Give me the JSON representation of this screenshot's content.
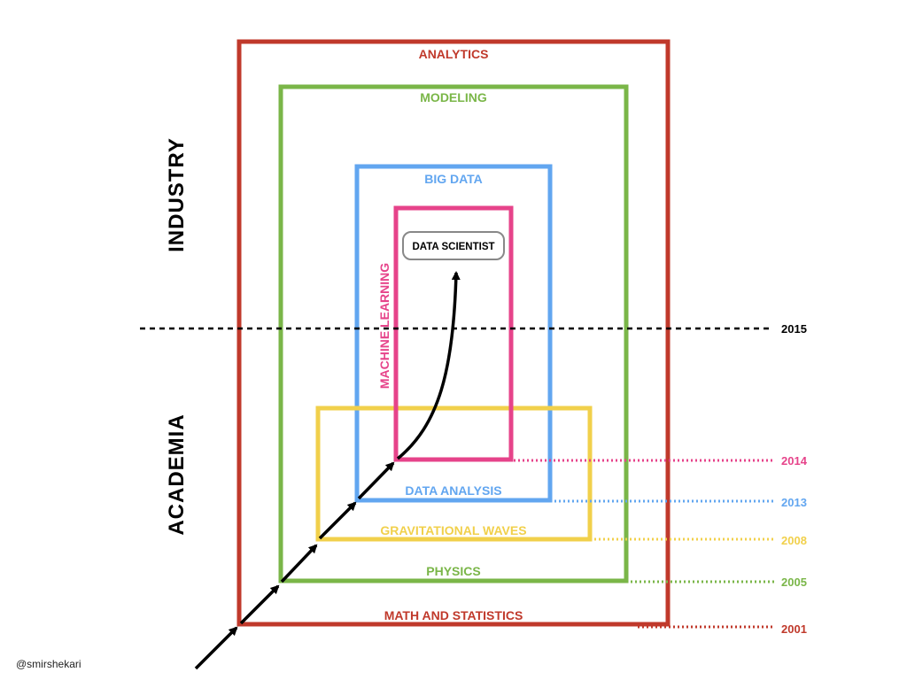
{
  "colors": {
    "analytics": "#c0392b",
    "modeling": "#7ab648",
    "big_data": "#62a6f0",
    "machine_learning": "#e6438a",
    "gravitational_waves": "#f1d04b",
    "data_scientist_border": "#888888",
    "ink": "#000000"
  },
  "axis_labels": {
    "industry": "INDUSTRY",
    "academia": "ACADEMIA"
  },
  "boxes": {
    "analytics": {
      "top_label": "ANALYTICS",
      "bottom_label": "MATH AND STATISTICS",
      "year": "2001"
    },
    "modeling": {
      "top_label": "MODELING",
      "bottom_label": "PHYSICS",
      "year": "2005"
    },
    "big_data": {
      "top_label": "BIG DATA",
      "bottom_label": "DATA ANALYSIS",
      "year": "2013"
    },
    "machine_learning": {
      "side_label": "MACHINE LEARNING",
      "year": "2014"
    },
    "gravitational_waves": {
      "bottom_label": "GRAVITATIONAL WAVES",
      "year": "2008"
    }
  },
  "divider": {
    "year": "2015"
  },
  "target": {
    "label": "DATA SCIENTIST"
  },
  "credit": "@smirshekari"
}
